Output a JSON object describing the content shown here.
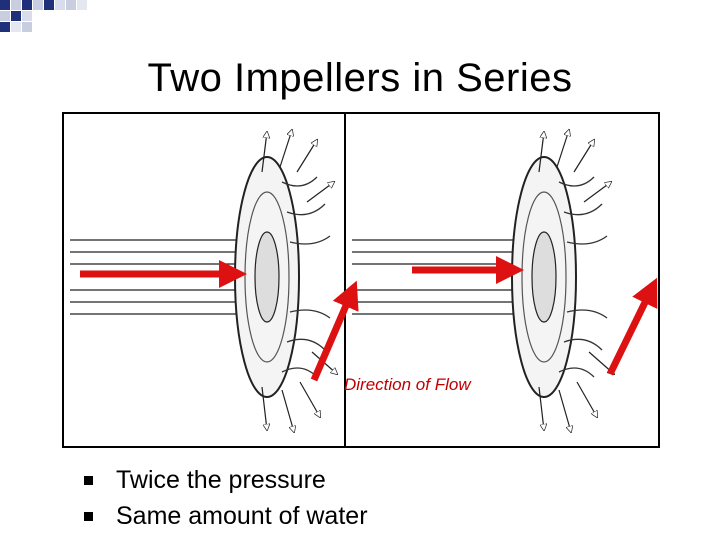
{
  "slide": {
    "title": "Two Impellers in Series",
    "flow_label": "Direction of Flow",
    "bullets": [
      {
        "text": "Twice the pressure"
      },
      {
        "text": "Same amount of water"
      }
    ]
  },
  "colors": {
    "accent": "#1f2f7a",
    "arrow": "#dd1111",
    "flow_label": "#c00000"
  },
  "icons": {
    "bullet": "square-bullet-icon",
    "impeller": "impeller-illustration"
  }
}
